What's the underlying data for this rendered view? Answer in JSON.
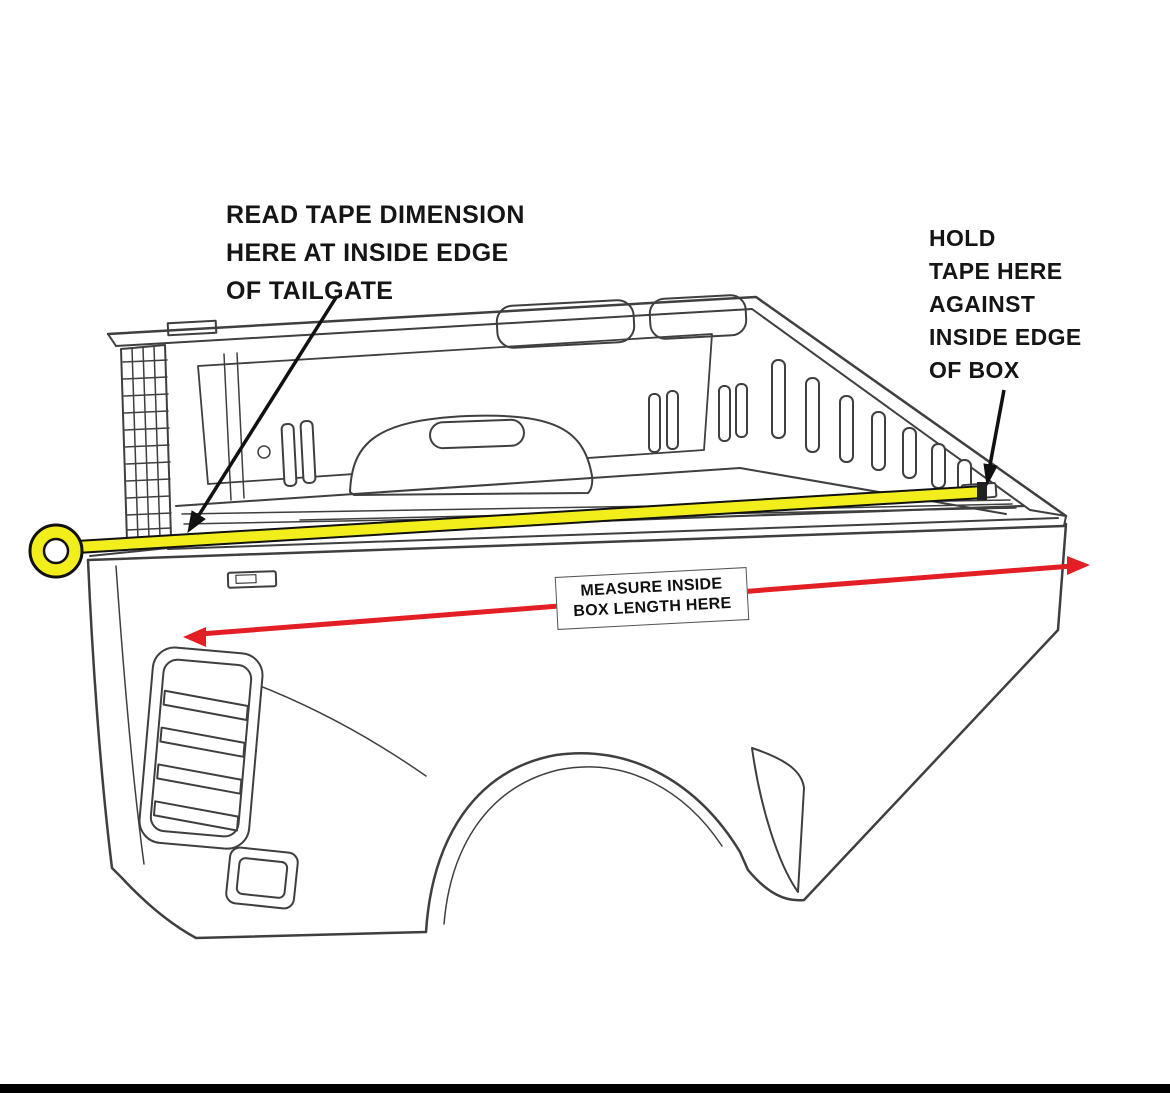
{
  "page": {
    "background": "#ffffff",
    "footer_bar_color": "#000000"
  },
  "diagram": {
    "subject": "pickup truck bed measuring instructions",
    "annotations": {
      "read_tape": {
        "lines": [
          "READ TAPE DIMENSION",
          "HERE AT INSIDE EDGE",
          "OF TAILGATE"
        ]
      },
      "hold_tape": {
        "lines": [
          "HOLD",
          "TAPE HERE",
          "AGAINST",
          "INSIDE EDGE",
          "OF BOX"
        ]
      },
      "measure": {
        "lines": [
          "MEASURE INSIDE",
          "BOX LENGTH HERE"
        ]
      }
    },
    "colors": {
      "tape_yellow": "#f2ee1c",
      "dimension_red": "#e31e24",
      "linework_gray": "#3f3f3f",
      "pointer_black": "#111111"
    }
  }
}
